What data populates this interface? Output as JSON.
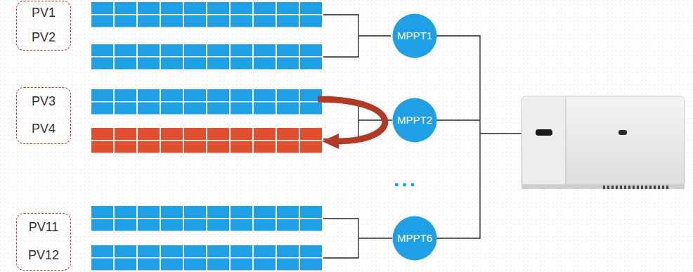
{
  "diagram": {
    "nodes": [
      {
        "text": [
          "PV1",
          "PV2"
        ]
      },
      {
        "text": [
          "MPPT1"
        ]
      },
      {
        "text": [
          "PV3",
          "PV4"
        ]
      },
      {
        "text": [
          "MPPT2"
        ]
      },
      {
        "text": [
          "PV11",
          "PV12"
        ]
      },
      {
        "text": [
          "MPPT6"
        ]
      }
    ],
    "labels": [
      "..."
    ]
  }
}
